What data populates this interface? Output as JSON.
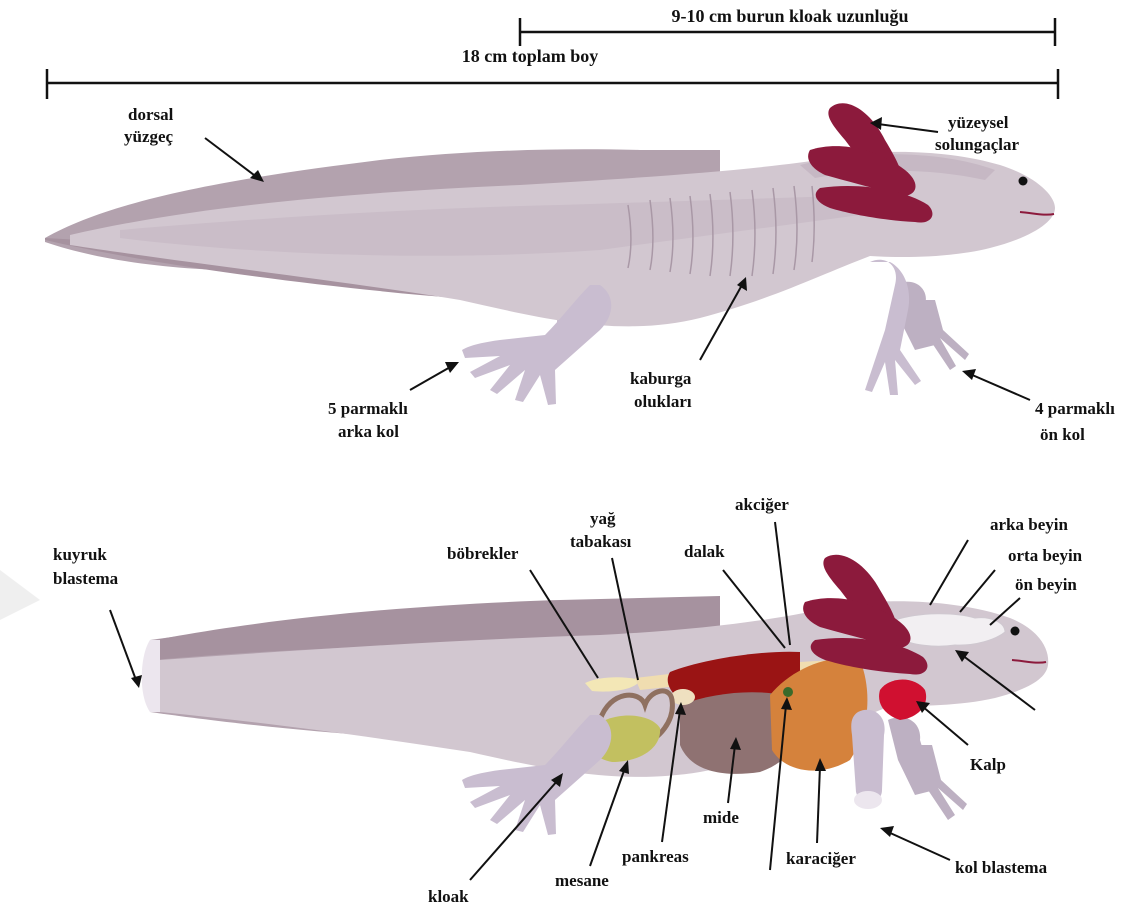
{
  "measures": {
    "snout_vent": "9-10 cm burun kloak uzunluğu",
    "total_length": "18 cm toplam boy"
  },
  "top_labels": {
    "dorsal_fin": [
      "dorsal",
      "yüzgeç"
    ],
    "external_gills": [
      "yüzeysel",
      "solungaçlar"
    ],
    "hind_limb": [
      "5 parmaklı",
      "arka kol"
    ],
    "rib_grooves": [
      "kaburga",
      "olukları"
    ],
    "fore_limb": [
      "4 parmaklı",
      "ön kol"
    ]
  },
  "bottom_labels": {
    "tail_blastema": [
      "kuyruk",
      "blastema"
    ],
    "kidneys": "böbrekler",
    "fat_body": [
      "yağ",
      "tabakası"
    ],
    "spleen": "dalak",
    "lung": "akciğer",
    "hindbrain": "arka beyin",
    "midbrain": "orta beyin",
    "forebrain": "ön beyin",
    "heart": "Kalp",
    "stomach": "mide",
    "pancreas": "pankreas",
    "liver": "karaciğer",
    "limb_blastema": "kol blastema",
    "cloaca": "kloak",
    "bladder": "mesane"
  },
  "colors": {
    "body": "#d2c7d0",
    "body_dark": "#a6929f",
    "fin": "#b3a2ae",
    "limb": "#c9bdd0",
    "gill": "#8c1a3c",
    "heart": "#d01030",
    "liver": "#d5823c",
    "stomach": "#8f7272",
    "spleen": "#9a1414",
    "bladder": "#c2c060",
    "fat": "#f0ddb0",
    "kidney": "#f3e7b6",
    "brain": "#f2eff2"
  }
}
